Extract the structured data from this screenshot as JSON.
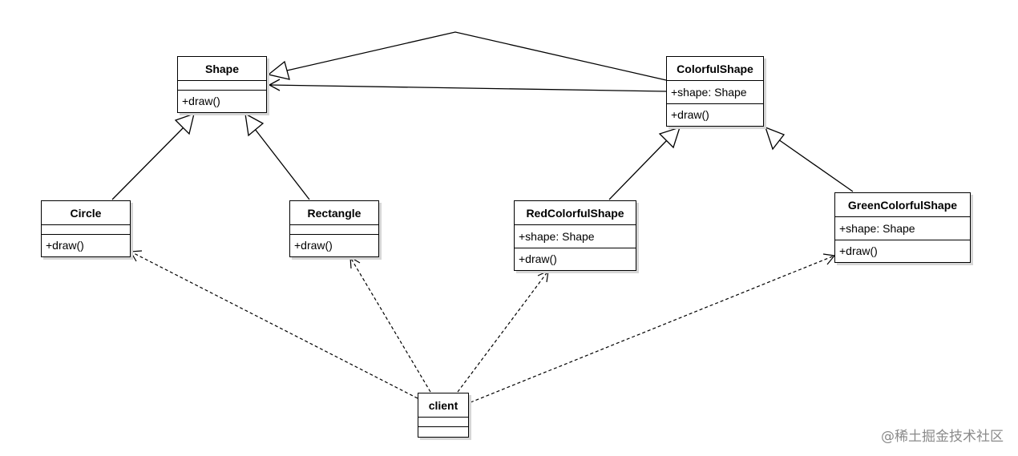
{
  "classes": {
    "shape": {
      "name": "Shape",
      "attr": "",
      "op": "+draw()"
    },
    "colorful_shape": {
      "name": "ColorfulShape",
      "attr": "+shape: Shape",
      "op": "+draw()"
    },
    "circle": {
      "name": "Circle",
      "attr": "",
      "op": "+draw()"
    },
    "rectangle": {
      "name": "Rectangle",
      "attr": "",
      "op": "+draw()"
    },
    "red_colorful_shape": {
      "name": "RedColorfulShape",
      "attr": "+shape: Shape",
      "op": "+draw()"
    },
    "green_colorful_shape": {
      "name": "GreenColorfulShape",
      "attr": "+shape: Shape",
      "op": "+draw()"
    },
    "client": {
      "name": "client",
      "attr": "",
      "op": ""
    }
  },
  "relations": [
    {
      "from": "colorful_shape",
      "to": "shape",
      "kind": "generalization"
    },
    {
      "from": "colorful_shape",
      "to": "shape",
      "kind": "association"
    },
    {
      "from": "circle",
      "to": "shape",
      "kind": "generalization"
    },
    {
      "from": "rectangle",
      "to": "shape",
      "kind": "generalization"
    },
    {
      "from": "red_colorful_shape",
      "to": "colorful_shape",
      "kind": "generalization"
    },
    {
      "from": "green_colorful_shape",
      "to": "colorful_shape",
      "kind": "generalization"
    },
    {
      "from": "client",
      "to": "circle",
      "kind": "dependency"
    },
    {
      "from": "client",
      "to": "rectangle",
      "kind": "dependency"
    },
    {
      "from": "client",
      "to": "red_colorful_shape",
      "kind": "dependency"
    },
    {
      "from": "client",
      "to": "green_colorful_shape",
      "kind": "dependency"
    }
  ],
  "watermark": "@稀土掘金技术社区",
  "colors": {
    "line": "#000000",
    "shadow": "#d6d6d6",
    "watermark": "#8a8a8a"
  }
}
